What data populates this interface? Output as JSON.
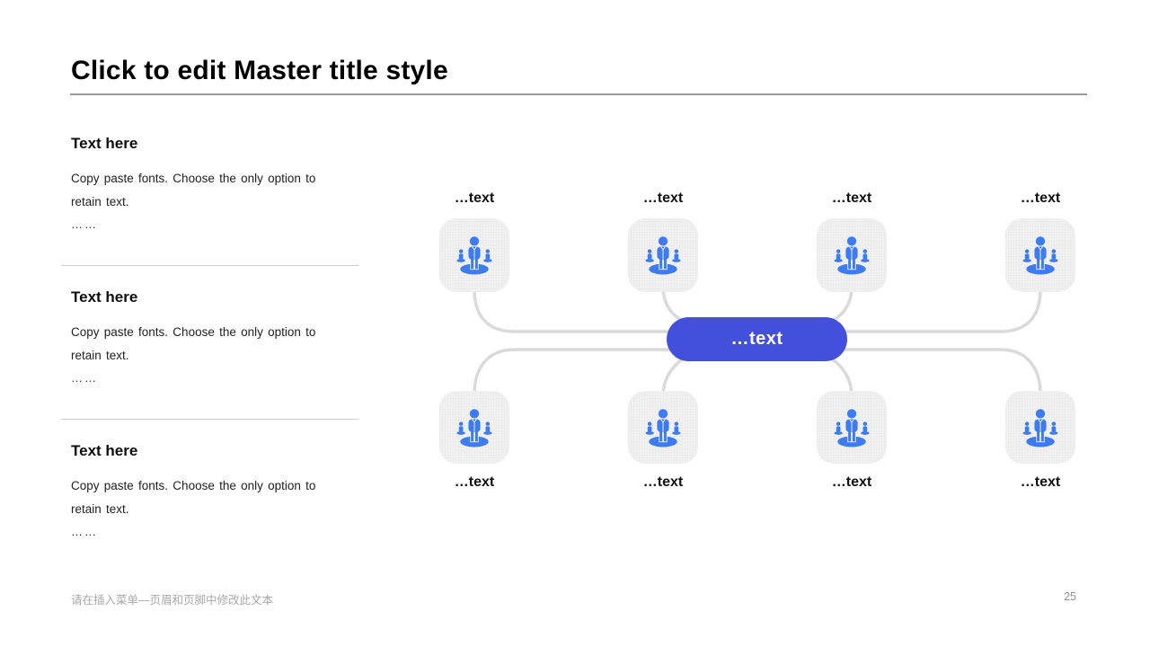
{
  "slide": {
    "title": "Click to edit Master title style",
    "footer_note": "请在插入菜单—页眉和页脚中修改此文本",
    "page_number": "25"
  },
  "left_panel": {
    "sections": [
      {
        "heading": "Text here",
        "body": "Copy paste fonts. Choose the only option to retain text.",
        "more": "……"
      },
      {
        "heading": "Text here",
        "body": "Copy paste fonts. Choose the only option to retain text.",
        "more": "……"
      },
      {
        "heading": "Text here",
        "body": "Copy paste fonts. Choose the only option to retain text.",
        "more": "……"
      }
    ]
  },
  "diagram": {
    "center_label": "…text",
    "nodes_top": [
      {
        "label": "…text"
      },
      {
        "label": "…text"
      },
      {
        "label": "…text"
      },
      {
        "label": "…text"
      }
    ],
    "nodes_bottom": [
      {
        "label": "…text"
      },
      {
        "label": "…text"
      },
      {
        "label": "…text"
      },
      {
        "label": "…text"
      }
    ],
    "icon_name": "team-leader-icon",
    "colors": {
      "center_pill": "#4350DB",
      "icon_blue": "#3D7BF2",
      "connector": "#DADADA",
      "tile_background": "#F1F1F2"
    }
  }
}
